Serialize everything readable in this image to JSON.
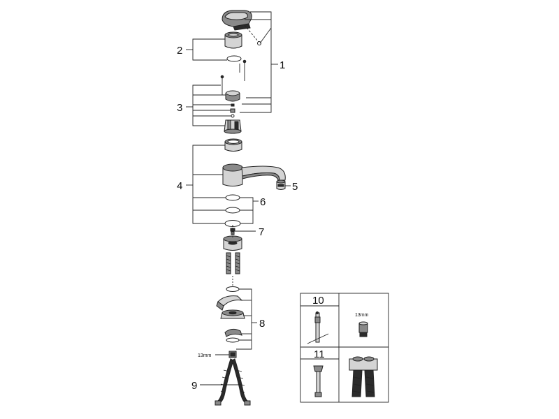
{
  "callouts": {
    "c1": "1",
    "c2": "2",
    "c3": "3",
    "c4": "4",
    "c5": "5",
    "c6": "6",
    "c7": "7",
    "c8": "8",
    "c9": "9"
  },
  "dimension_label": "13mm",
  "accessory_box": {
    "label_10": "10",
    "label_11": "11",
    "dimension_label": "13mm"
  }
}
